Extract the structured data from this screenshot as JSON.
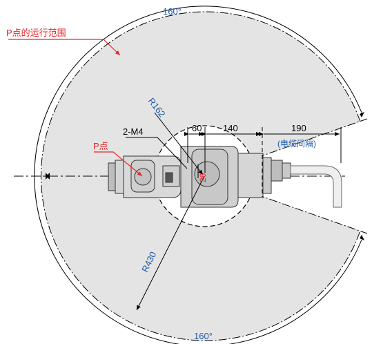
{
  "labels": {
    "angle_top": "160°",
    "angle_bottom": "160°",
    "p_range": "P点的运行范围",
    "r162": "R162",
    "two_m4": "2-M4",
    "p_point": "P点",
    "d60": "60",
    "d140": "140",
    "d190": "190",
    "cable_gap": "(电缆间隔)",
    "d26": "26",
    "r430": "R430"
  },
  "colors": {
    "range_fill": "#e4e4e4",
    "line": "#000000",
    "red_label": "#e8262a",
    "blue_label": "#1c5aa8"
  }
}
